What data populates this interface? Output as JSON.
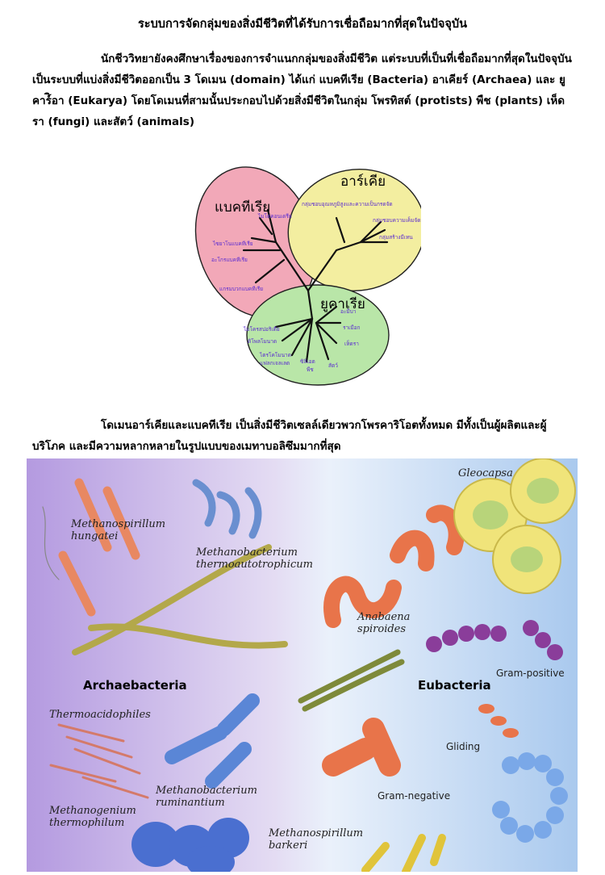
{
  "document": {
    "title": "ระบบการจัดกลุ่มของสิ่งมีชีวิตที่ได้รับการเชื่อถือมากที่สุดในปัจจุบัน",
    "para1": "นักชีววิทยายังคงศึกษาเรื่องของการจำแนกกลุ่มของสิ่งมีชีวิต แต่ระบบที่เป็นที่เชื่อถือมากที่สุดในปัจจุบันเป็นระบบที่แบ่งสิ่งมีชีวิตออกเป็น 3 โดเมน (domain) ได้แก่ แบคทีเรีย (Bacteria) อาเคียร์ (Archaea) และ ยูคาร์ิอา (Eukarya) โดยโดเมนที่สามนั้นประกอบไปด้วยสิ่งมีชีวิตในกลุ่ม โพรทิสต์ (protists) พืช (plants) เห็ดรา (fungi) และสัตว์ (animals)",
    "para2": "โดเมนอาร์เคียและแบคทีเรีย เป็นสิ่งมีชีวิตเซลล์เดียวพวกโพรคาริโอตทั้งหมด มีทั้งเป็นผู้ผลิตและผู้บริโภค และมีความหลากหลายในรูปแบบของเมทาบอลิซึมมากที่สุด"
  },
  "tree": {
    "bacteria_label": "แบคทีเรีย",
    "archaea_label": "อาร์เคีย",
    "eukarya_label": "ยูคาเรีย",
    "bacteria_branches": [
      "ไมโตคอนเดรีย",
      "ไซยาโนแบคทีเรีย",
      "อะโกรแบคทีเรีย",
      "แกรมบวกแบคทีเรีย"
    ],
    "archaea_branches": [
      "กลุ่มชอบอุณหภูมิสูงและความเป็นกรดจัด",
      "กลุ่มชอบความเค็มจัด",
      "กลุ่มสร้างมีเทน"
    ],
    "eukarya_branches": [
      "ไมโครสปอริเดีย",
      "ดิโพลโมนาด",
      "ไตรโคโมนาด",
      "แฟลกเจลเลต",
      "ซิลิเอต",
      "พืช",
      "สัตว์",
      "เห็ดรา",
      "ราเมือก",
      "อะมีบา"
    ]
  },
  "bacteria_panel": {
    "archaebacteria_heading": "Archaebacteria",
    "eubacteria_heading": "Eubacteria",
    "labels": {
      "methanospirillum_hungatei": [
        "Methanospirillum",
        "hungatei"
      ],
      "methanobacterium_thermo": [
        "Methanobacterium",
        "thermoautotrophicum"
      ],
      "thermoacidophiles": "Thermoacidophiles",
      "methanobacterium_rumin": [
        "Methanobacterium",
        "ruminantium"
      ],
      "methanogenium": [
        "Methanogenium",
        "thermophilum"
      ],
      "methanospirillum_barkeri": [
        "Methanospirillum",
        "barkeri"
      ],
      "gleocapsa": "Gleocapsa",
      "anabaena": [
        "Anabaena",
        "spiroides"
      ],
      "gram_positive": "Gram-positive",
      "gliding": "Gliding",
      "gram_negative": "Gram-negative"
    }
  },
  "colors": {
    "bacteria_fill": "#f2a8b8",
    "archaea_fill": "#f3eea0",
    "eukarya_fill": "#b9e6a8",
    "branch_label": "#5a2bd0",
    "panel_left": "#b49ae0",
    "panel_right": "#a9c9ee"
  }
}
